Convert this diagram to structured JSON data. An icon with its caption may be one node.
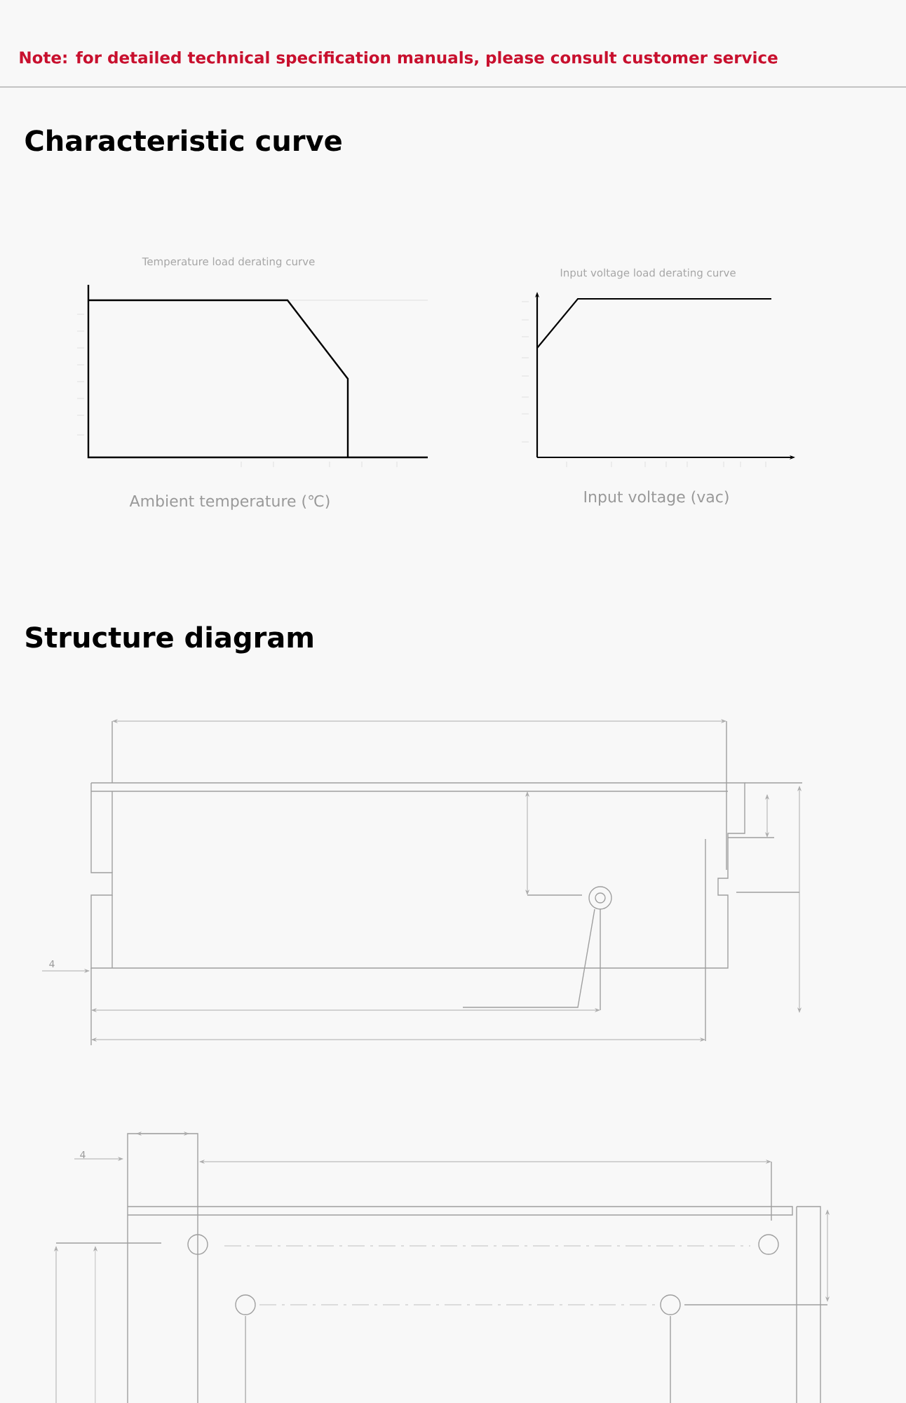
{
  "diagram": {
    "labels": [
      "Note: for detailed technical specification manuals, please consult customer service",
      "Characteristic curve",
      "Temperature load derating curve",
      "Ambient temperature (℃)",
      "Input voltage load derating curve",
      "Input voltage (vac)",
      "Structure diagram",
      "4",
      "4"
    ]
  }
}
